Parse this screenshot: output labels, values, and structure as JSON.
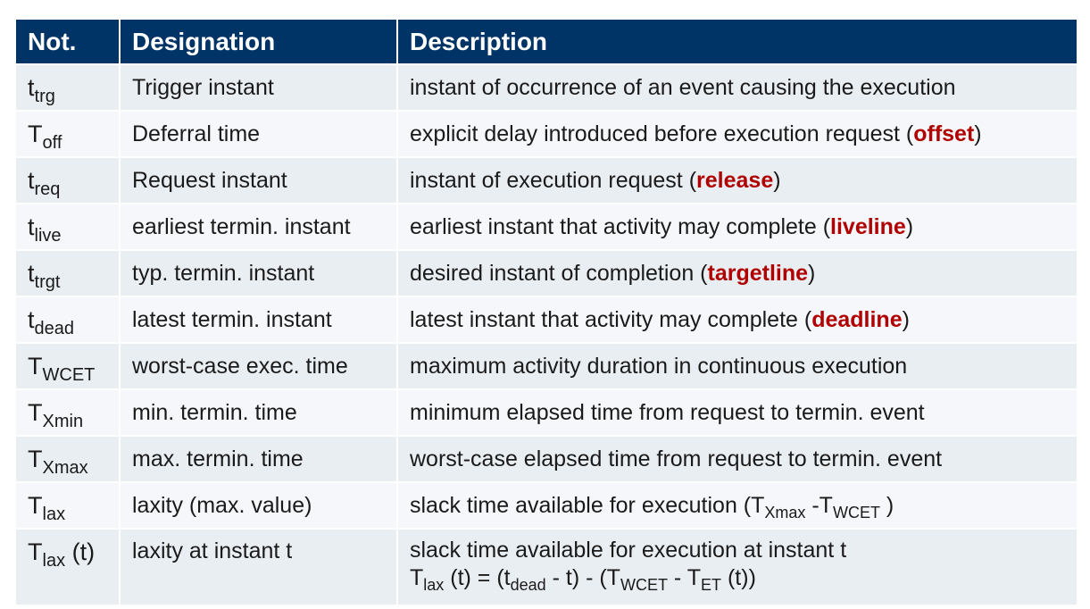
{
  "accent_color": "#b00000",
  "header": {
    "notation": "Not.",
    "designation": "Designation",
    "description": "Description"
  },
  "rows": [
    {
      "sym": "t",
      "sub": "trg",
      "designation": "Trigger instant",
      "desc": "instant of occurrence of an event causing the execution"
    },
    {
      "sym": "T",
      "sub": "off",
      "designation": "Deferral time",
      "desc_pre": "explicit delay introduced before execution request (",
      "keyword": "offset",
      "desc_post": ")"
    },
    {
      "sym": "t",
      "sub": "req",
      "designation": "Request instant",
      "desc_pre": "instant of execution request (",
      "keyword": "release",
      "desc_post": ")"
    },
    {
      "sym": "t",
      "sub": "live",
      "designation": "earliest termin. instant",
      "desc_pre": "earliest instant that activity may complete (",
      "keyword": "liveline",
      "desc_post": ")"
    },
    {
      "sym": "t",
      "sub": "trgt",
      "designation": "typ. termin. instant",
      "desc_pre": "desired instant of completion (",
      "keyword": "targetline",
      "desc_post": ")"
    },
    {
      "sym": "t",
      "sub": "dead",
      "designation": "latest termin. instant",
      "desc_pre": "latest instant that activity may complete (",
      "keyword": "deadline",
      "desc_post": ")"
    },
    {
      "sym": "T",
      "sub": "WCET",
      "designation": "worst-case exec. time",
      "desc": "maximum activity duration in continuous execution"
    },
    {
      "sym": "T",
      "sub": "Xmin",
      "designation": "min. termin. time",
      "desc": "minimum elapsed time from request to termin. event"
    },
    {
      "sym": "T",
      "sub": "Xmax",
      "designation": "max. termin. time",
      "desc": "worst-case elapsed time from request to termin. event"
    },
    {
      "sym": "T",
      "sub": "lax",
      "designation": "laxity (max. value)",
      "desc_pre": "slack time available for execution (T",
      "sub1": "Xmax",
      "mid": " -T",
      "sub2": "WCET",
      "desc_post": " )"
    },
    {
      "sym": "T",
      "sub": "lax",
      "sym_suffix": " (t)",
      "designation": "laxity at instant t",
      "line1": "slack time available for execution at instant t",
      "f_a": "T",
      "f_a_sub": "lax",
      "f_b": " (t) = (t",
      "f_b_sub": "dead",
      "f_c": " - t) - (T",
      "f_c_sub": "WCET",
      "f_d": " - T",
      "f_d_sub": "ET",
      "f_e": " (t))"
    }
  ]
}
